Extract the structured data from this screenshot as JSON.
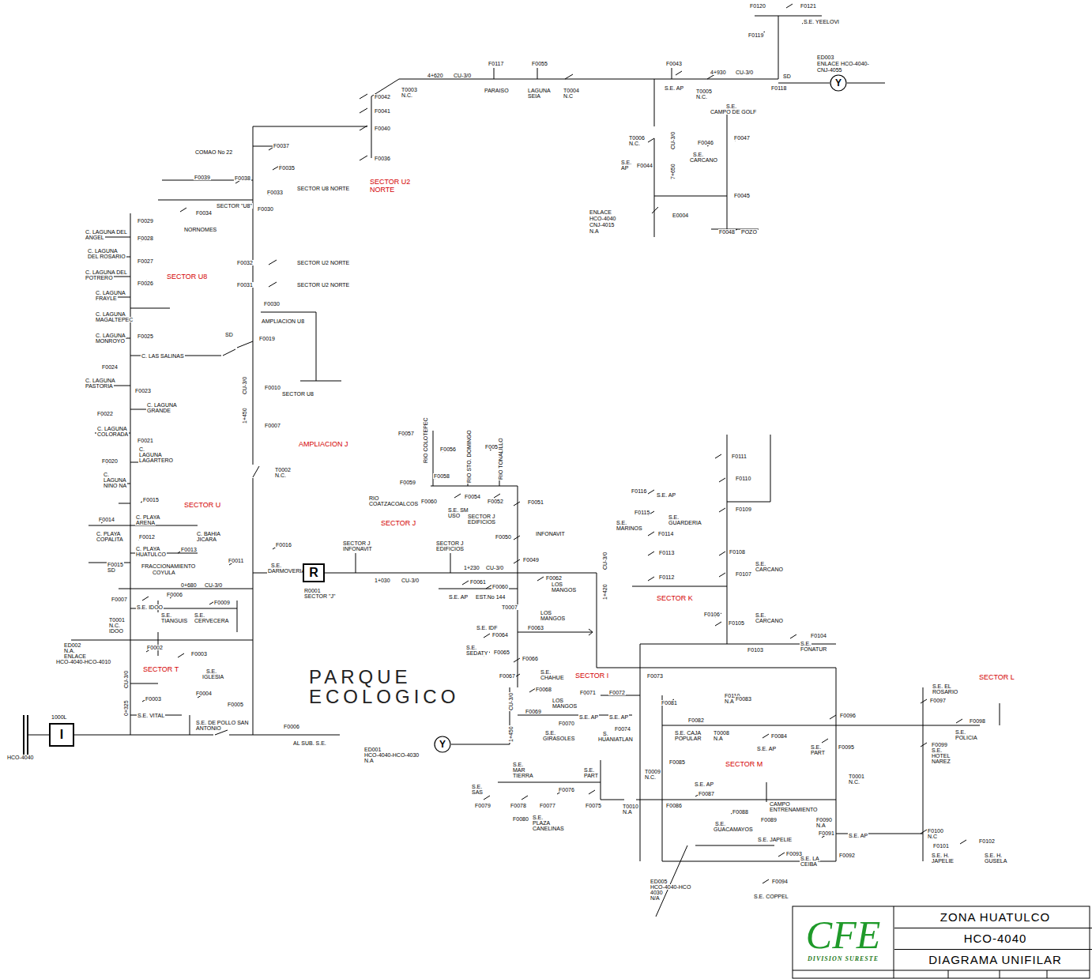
{
  "diagram": {
    "nodes": [
      {
        "text": [
          "I"
        ]
      },
      {
        "text": [
          "R"
        ]
      },
      {
        "text": [
          "Y"
        ]
      },
      {
        "text": [
          "Y"
        ]
      },
      {
        "text": [
          "CFE",
          "DIVISION SURESTE"
        ]
      },
      {
        "text": [
          "ZONA HUATULCO",
          "HCO-4040",
          "DIAGRAMA UNIFILAR"
        ]
      }
    ],
    "labels": [
      "F0120",
      "F0121",
      "S.E. YEELOVI",
      "F0119",
      "ED003",
      "ENLACE HCO-4040-",
      "CNJ-4055",
      "SD",
      "F0118",
      "F0043",
      "S.E. AP",
      "4+930",
      "CU-3/0",
      "T0005",
      "N.C.",
      "S.E.",
      "CAMPO DE GOLF",
      "F0117",
      "PARAISO",
      "F0055",
      "LAGUNA",
      "SEIA",
      "T0004",
      "N.C",
      "4+620",
      "CU-3/0",
      "T0003",
      "N.C.",
      "F0042",
      "F0041",
      "F0040",
      "F0036",
      "F0037",
      "F0035",
      "COMAO No 22",
      "F0039",
      "F0038",
      "F0033",
      "SECTOR U8 NORTE",
      "SECTOR U2",
      "NORTE",
      "SECTOR \"U8\"",
      "F0030",
      "F0034",
      "NORNOMES",
      "F0029",
      "F0028",
      "F0027",
      "F0026",
      "F0025",
      "F0024",
      "F0023",
      "F0022",
      "F0021",
      "F0020",
      "C. LAGUNA DEL",
      "ANGEL",
      "C. LAGUNA",
      "DEL ROSARIO",
      "C. LAGUNA DEL",
      "POTRERO",
      "C. LAGUNA",
      "FRAYLE",
      "C. LAGUNA",
      "MAGALTEPEC",
      "C. LAGUNA",
      "MONROYO",
      "C. LAS SALINAS",
      "C. LAGUNA",
      "PASTORIA",
      "C. LAGUNA",
      "GRANDE",
      "C. LAGUNA",
      "COLORADA",
      "C.",
      "LAGUNA",
      "LAGARTERO",
      "C.",
      "LAGUNA",
      "NINO NA",
      "SECTOR U8",
      "F0032",
      "SECTOR U2 NORTE",
      "F0031",
      "SECTOR U2 NORTE",
      "F0030",
      "AMPLIACION U8",
      "SD",
      "F0019",
      "CU-3/0",
      "1+450",
      "F0010",
      "SECTOR U8",
      "F0007",
      "AMPLIACION J",
      "T0002",
      "N.C.",
      "SECTOR U",
      "F0015",
      "F0014",
      "C. PLAYA",
      "ARENA",
      "C. PLAYA",
      "COPALITA",
      "C. BAHIA",
      "JICARA",
      "F0012",
      "C. PLAYA",
      "HUATULCO",
      "F0013",
      "F0015",
      "SD",
      "FRACCIONAMIENTO",
      "COYULA",
      "F0011",
      "0+680",
      "CU-3/0",
      "F0007",
      "F0006",
      "F0009",
      "S.E. IDOO",
      "S.E.",
      "TIANGUIS",
      "S.E.",
      "CERVECERA",
      "T0001",
      "N.C.",
      "IDOO",
      "ED002",
      "N.A.",
      "ENLACE",
      "HCO-4040-HCO-4010",
      "F0002",
      "F0003",
      "SECTOR T",
      "S.E.",
      "IGLESIA",
      "CU-3/0",
      "0+325",
      "F0004",
      "F0005",
      "F0003",
      "S.E. VITAL",
      "S.E. DE POLLO SAN",
      "ANTONIO",
      "F0006",
      "AL SUB. S.E.",
      "1000L",
      "HCO-4040",
      "PARQUE",
      "ECOLOGICO",
      "F0016",
      "S.E.",
      "DARMOVERIA",
      "R0001",
      "SECTOR \"J\"",
      "SECTOR J",
      "INFONAVIT",
      "1+030",
      "CU-3/0",
      "SECTOR J",
      "EDIFICIOS",
      "1+230",
      "CU-3/0",
      "SECTOR J",
      "F0057",
      "RIO COLOTEPEC",
      "F0056",
      "RIO STO. DOMINGO",
      "F0053",
      "RIO TONALILLO",
      "F0058",
      "F0059",
      "RIO",
      "COATZACOALCOS",
      "F0060",
      "S.E. SM",
      "USO",
      "F0054",
      "F0052",
      "SECTOR J",
      "EDIFICIOS",
      "F0051",
      "INFONAVIT",
      "F0050",
      "F0049",
      "F0061",
      "F0060",
      "S.E. AP",
      "EST.No 144",
      "F0062",
      "LOS",
      "MANGOS",
      "T0007",
      "LOS",
      "MANGOS",
      "S.E. IDF",
      "F0064",
      "F0063",
      "S.E.",
      "SEDATY",
      "F0065",
      "F0066",
      "F0067",
      "S.E.",
      "CHAHUE",
      "1+420",
      "CU-3/0",
      "SECTOR I",
      "F0073",
      "F0068",
      "LOS",
      "MANGOS",
      "F0071",
      "F0072",
      "F0069",
      "F0070",
      "S.E. AP",
      "S.E. AP",
      "F0074",
      "S.",
      "HUANIATLAN",
      "S.E.",
      "GIRASOLES",
      "CU-3/0",
      "1+450",
      "ED001",
      "HCO-4040-HCO-4030",
      "N.A",
      "S.E.",
      "MAR",
      "TIERRA",
      "S.E.",
      "SAS",
      "F0079",
      "F0078",
      "F0077",
      "F0076",
      "F0075",
      "S.E.",
      "PART",
      "F0080",
      "S.E.",
      "PLAZA",
      "CANELINAS",
      "T0010",
      "N.A",
      "T0009",
      "N.C.",
      "F0111",
      "F0110",
      "F0109",
      "F0108",
      "S.E.",
      "CARCANO",
      "F0107",
      "F0116",
      "S.E. AP",
      "F0115",
      "S.E.",
      "GUARDERIA",
      "S.E.",
      "MARINOS",
      "F0114",
      "F0113",
      "F0112",
      "SECTOR K",
      "F0106",
      "F0105",
      "S.E.",
      "CARCANO",
      "F0103",
      "S.E.",
      "FONATUR",
      "F0104",
      "F0081",
      "F0082",
      "S.E. CAJA",
      "POPULAR",
      "T0008",
      "N.A",
      "F0110",
      "N.A",
      "F0083",
      "F0084",
      "S.E. AP",
      "F0085",
      "SECTOR M",
      "F0096",
      "S.E.",
      "PART",
      "F0095",
      "T0001",
      "N.C.",
      "S.E. AP",
      "F0087",
      "F0086",
      "CAMPO",
      "ENTRENAMIENTO",
      "F0088",
      "S.E.",
      "GUACAMAYOS",
      "F0089",
      "F0090",
      "N.A",
      "F0091",
      "S.E. AP",
      "S.E. JAPELIE",
      "F0093",
      "F0092",
      "S.E. LA",
      "CEIBA",
      "ED005",
      "HCO-4040-HCO",
      "4030",
      "N/A",
      "F0094",
      "S.E. COPPEL",
      "SECTOR L",
      "S.E. EL",
      "ROSARIO",
      "F0097",
      "F0098",
      "S.E.",
      "POLICIA",
      "F0099",
      "S.E.",
      "HOTEL",
      "NAREZ",
      "F0100",
      "N.C",
      "F0101",
      "F0102",
      "S.E. H.",
      "JAPELIE",
      "S.E. H.",
      "GUSELA",
      "T0006",
      "N.C.",
      "CU-3/0",
      "7+650",
      "S.E.",
      "AP",
      "F0044",
      "F0046",
      "F0047",
      "S.E.",
      "CARCANO",
      "F0045",
      "F0048",
      "POZO",
      "ENLACE",
      "HCO-4040",
      "CNJ-4015",
      "N.A",
      "E0004"
    ]
  }
}
